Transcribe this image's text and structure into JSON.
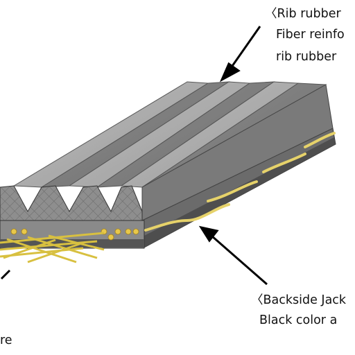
{
  "labels": {
    "rib_rubber": {
      "line1": "〈Rib rubber",
      "line2": "Fiber reinfo",
      "line3": "rib rubber"
    },
    "backside": {
      "line1": "〈Backside Jack",
      "line2": "Black color a"
    },
    "cord": {
      "line1": "re"
    }
  }
}
